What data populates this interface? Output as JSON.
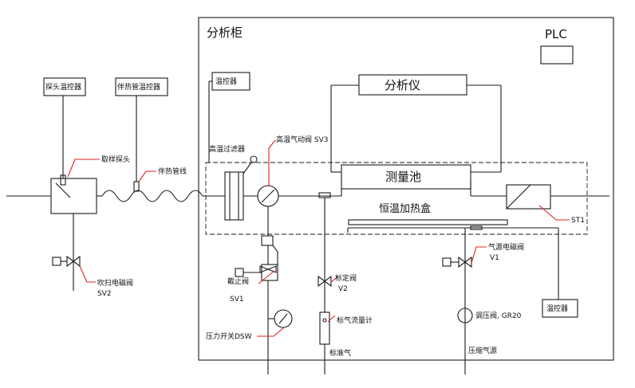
{
  "cabinet": {
    "title": "分析柜",
    "plc": "PLC"
  },
  "labels": {
    "probe_temp_ctrl": "探头温控器",
    "trace_temp_ctrl": "伴热管温控器",
    "sampling_probe": "取样探头",
    "heat_trace_line": "伴热管线",
    "purge_valve_name": "吹扫电磁阀",
    "purge_valve_tag": "SV2",
    "cabinet_temp_ctrl": "温控器",
    "hot_filter": "高温过滤器",
    "hot_valve": "高温气动阀 SV3",
    "analyzer": "分析仪",
    "cell": "测量池",
    "heated_box": "恒温加热盒",
    "st1": "ST1",
    "air_valve_name": "气源电磁阀",
    "air_valve_tag": "V1",
    "stop_valve_name": "截止阀",
    "stop_valve_tag": "SV1",
    "cal_valve_name": "标定阀",
    "cal_valve_tag": "V2",
    "cal_flowmeter": "标气流量计",
    "pressure_switch": "压力开关DSW",
    "cal_gas": "标准气",
    "regulator": "调压阀, GR20",
    "compressed_air": "压缩气源",
    "box_temp_ctrl": "温控器"
  },
  "colors": {
    "line": "#1a1a1a",
    "leader": "#e02020",
    "background": "#ffffff"
  }
}
